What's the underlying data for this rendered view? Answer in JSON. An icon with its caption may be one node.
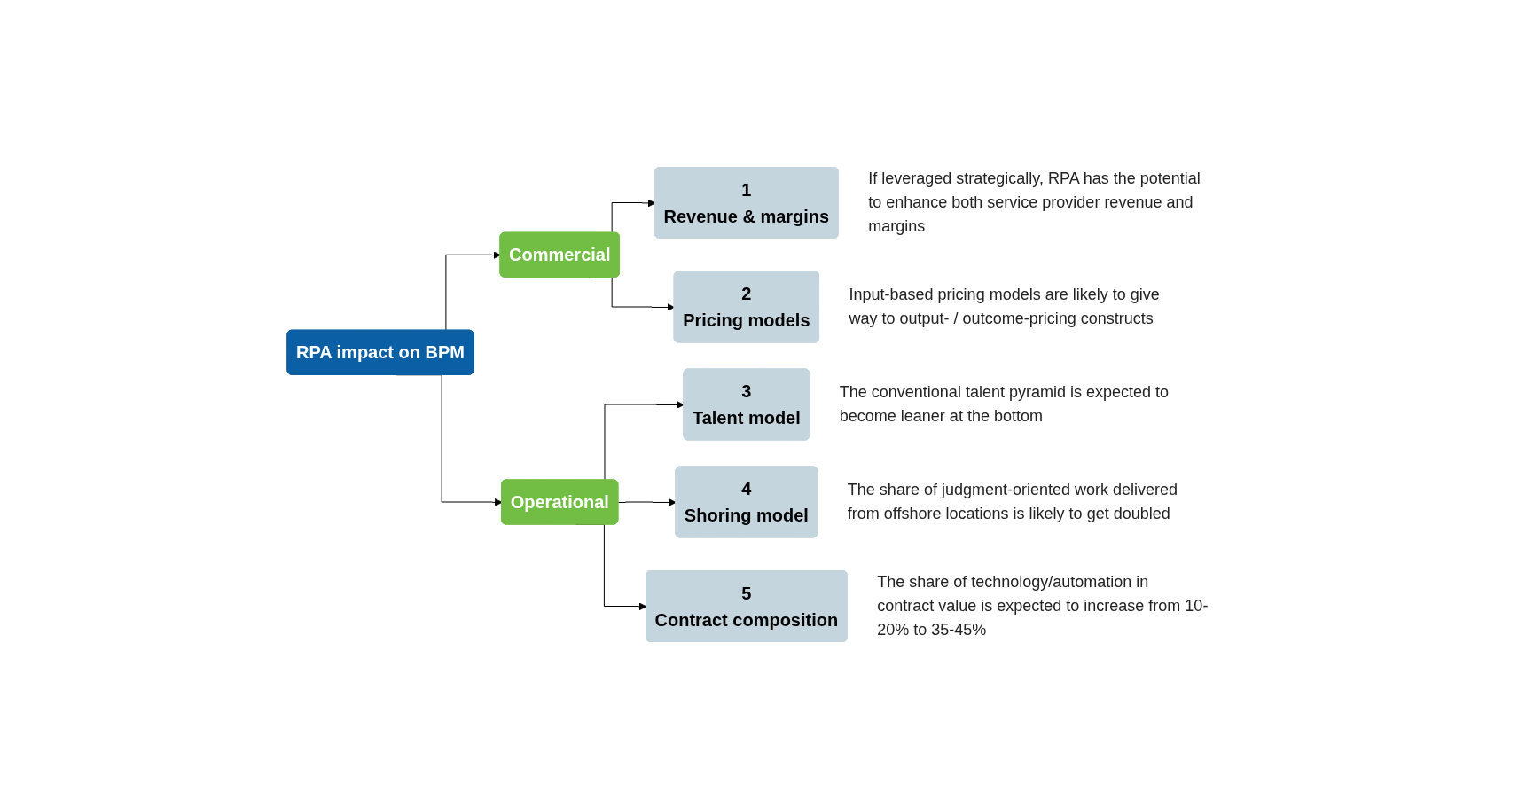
{
  "diagram": {
    "nodes": [
      {
        "text": [
          "RPA impact on BPM"
        ]
      },
      {
        "text": [
          "Commercial"
        ]
      },
      {
        "text": [
          "Operational"
        ]
      },
      {
        "text": [
          "1",
          "Revenue & margins"
        ],
        "beside": [
          "If leveraged strategically, RPA has the potential to enhance both service provider revenue and margins"
        ]
      },
      {
        "text": [
          "2",
          "Pricing models"
        ],
        "beside": [
          "Input-based pricing models are likely to give way to output- / outcome-pricing constructs"
        ]
      },
      {
        "text": [
          "3",
          "Talent model"
        ],
        "beside": [
          "The conventional talent pyramid is expected to become leaner at the bottom"
        ]
      },
      {
        "text": [
          "4",
          "Shoring model"
        ],
        "beside": [
          "The share of judgment-oriented work delivered from offshore locations is likely to get doubled"
        ]
      },
      {
        "text": [
          "5",
          "Contract composition"
        ],
        "beside": [
          "The share of technology/automation in contract value is expected to increase from 10-20% to 35-45%"
        ]
      }
    ],
    "edges": [
      {
        "from": 0,
        "to": 1,
        "arrow": "to"
      },
      {
        "from": 0,
        "to": 2,
        "arrow": "to"
      },
      {
        "from": 1,
        "to": 3,
        "arrow": "to"
      },
      {
        "from": 1,
        "to": 4,
        "arrow": "to"
      },
      {
        "from": 2,
        "to": 5,
        "arrow": "to"
      },
      {
        "from": 2,
        "to": 6,
        "arrow": "to"
      },
      {
        "from": 2,
        "to": 7,
        "arrow": "to"
      }
    ]
  }
}
